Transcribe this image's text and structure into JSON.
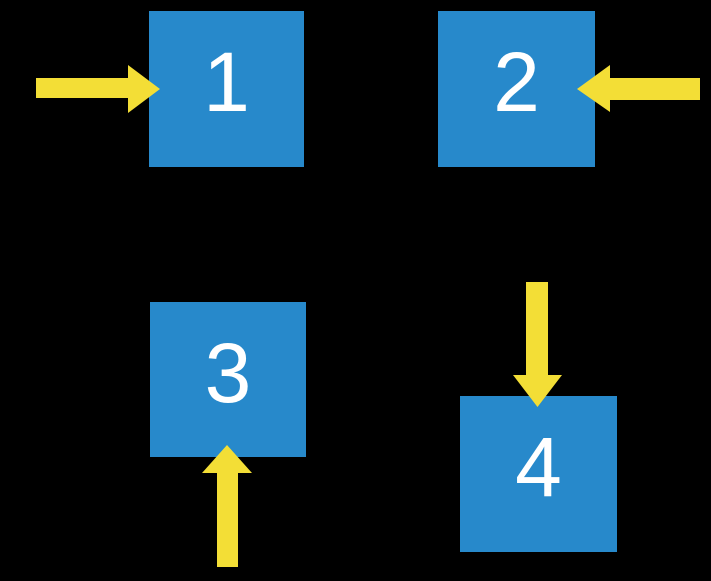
{
  "colors": {
    "background": "#000000",
    "box": "#2789CB",
    "arrow": "#F3DE36",
    "label": "#FFFFFF"
  },
  "boxes": [
    {
      "label": "1",
      "arrow_direction": "right",
      "arrow_side": "left"
    },
    {
      "label": "2",
      "arrow_direction": "left",
      "arrow_side": "right"
    },
    {
      "label": "3",
      "arrow_direction": "up",
      "arrow_side": "bottom"
    },
    {
      "label": "4",
      "arrow_direction": "down",
      "arrow_side": "top"
    }
  ]
}
